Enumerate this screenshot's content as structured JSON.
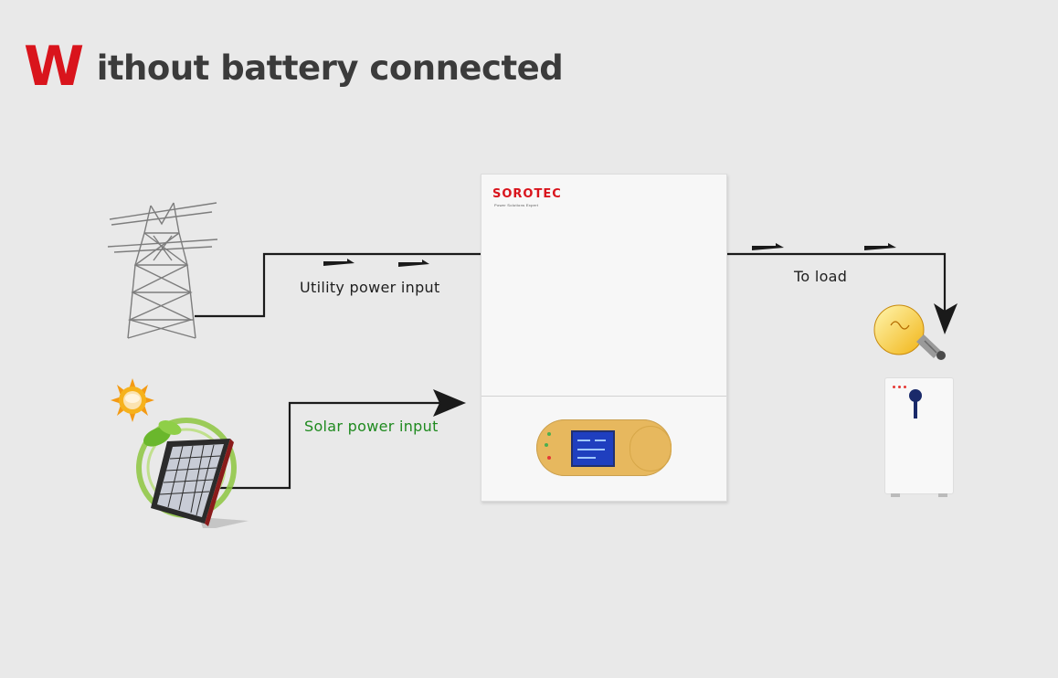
{
  "title": {
    "capital": "W",
    "rest": "ithout battery connected"
  },
  "labels": {
    "utility": "Utility power input",
    "solar": "Solar power input",
    "load": "To load"
  },
  "inverter": {
    "brand": "SOROTEC",
    "tagline": "Power Solutions Expert"
  },
  "colors": {
    "title_accent": "#d9141c",
    "title_text": "#3b3b3b",
    "solar_label": "#1f8a1f",
    "line": "#1a1a1a",
    "background": "#e9e9e9"
  },
  "icons": [
    "power-tower-icon",
    "sun-icon",
    "solar-panel-icon",
    "light-bulb-icon",
    "battery-cabinet-icon"
  ]
}
